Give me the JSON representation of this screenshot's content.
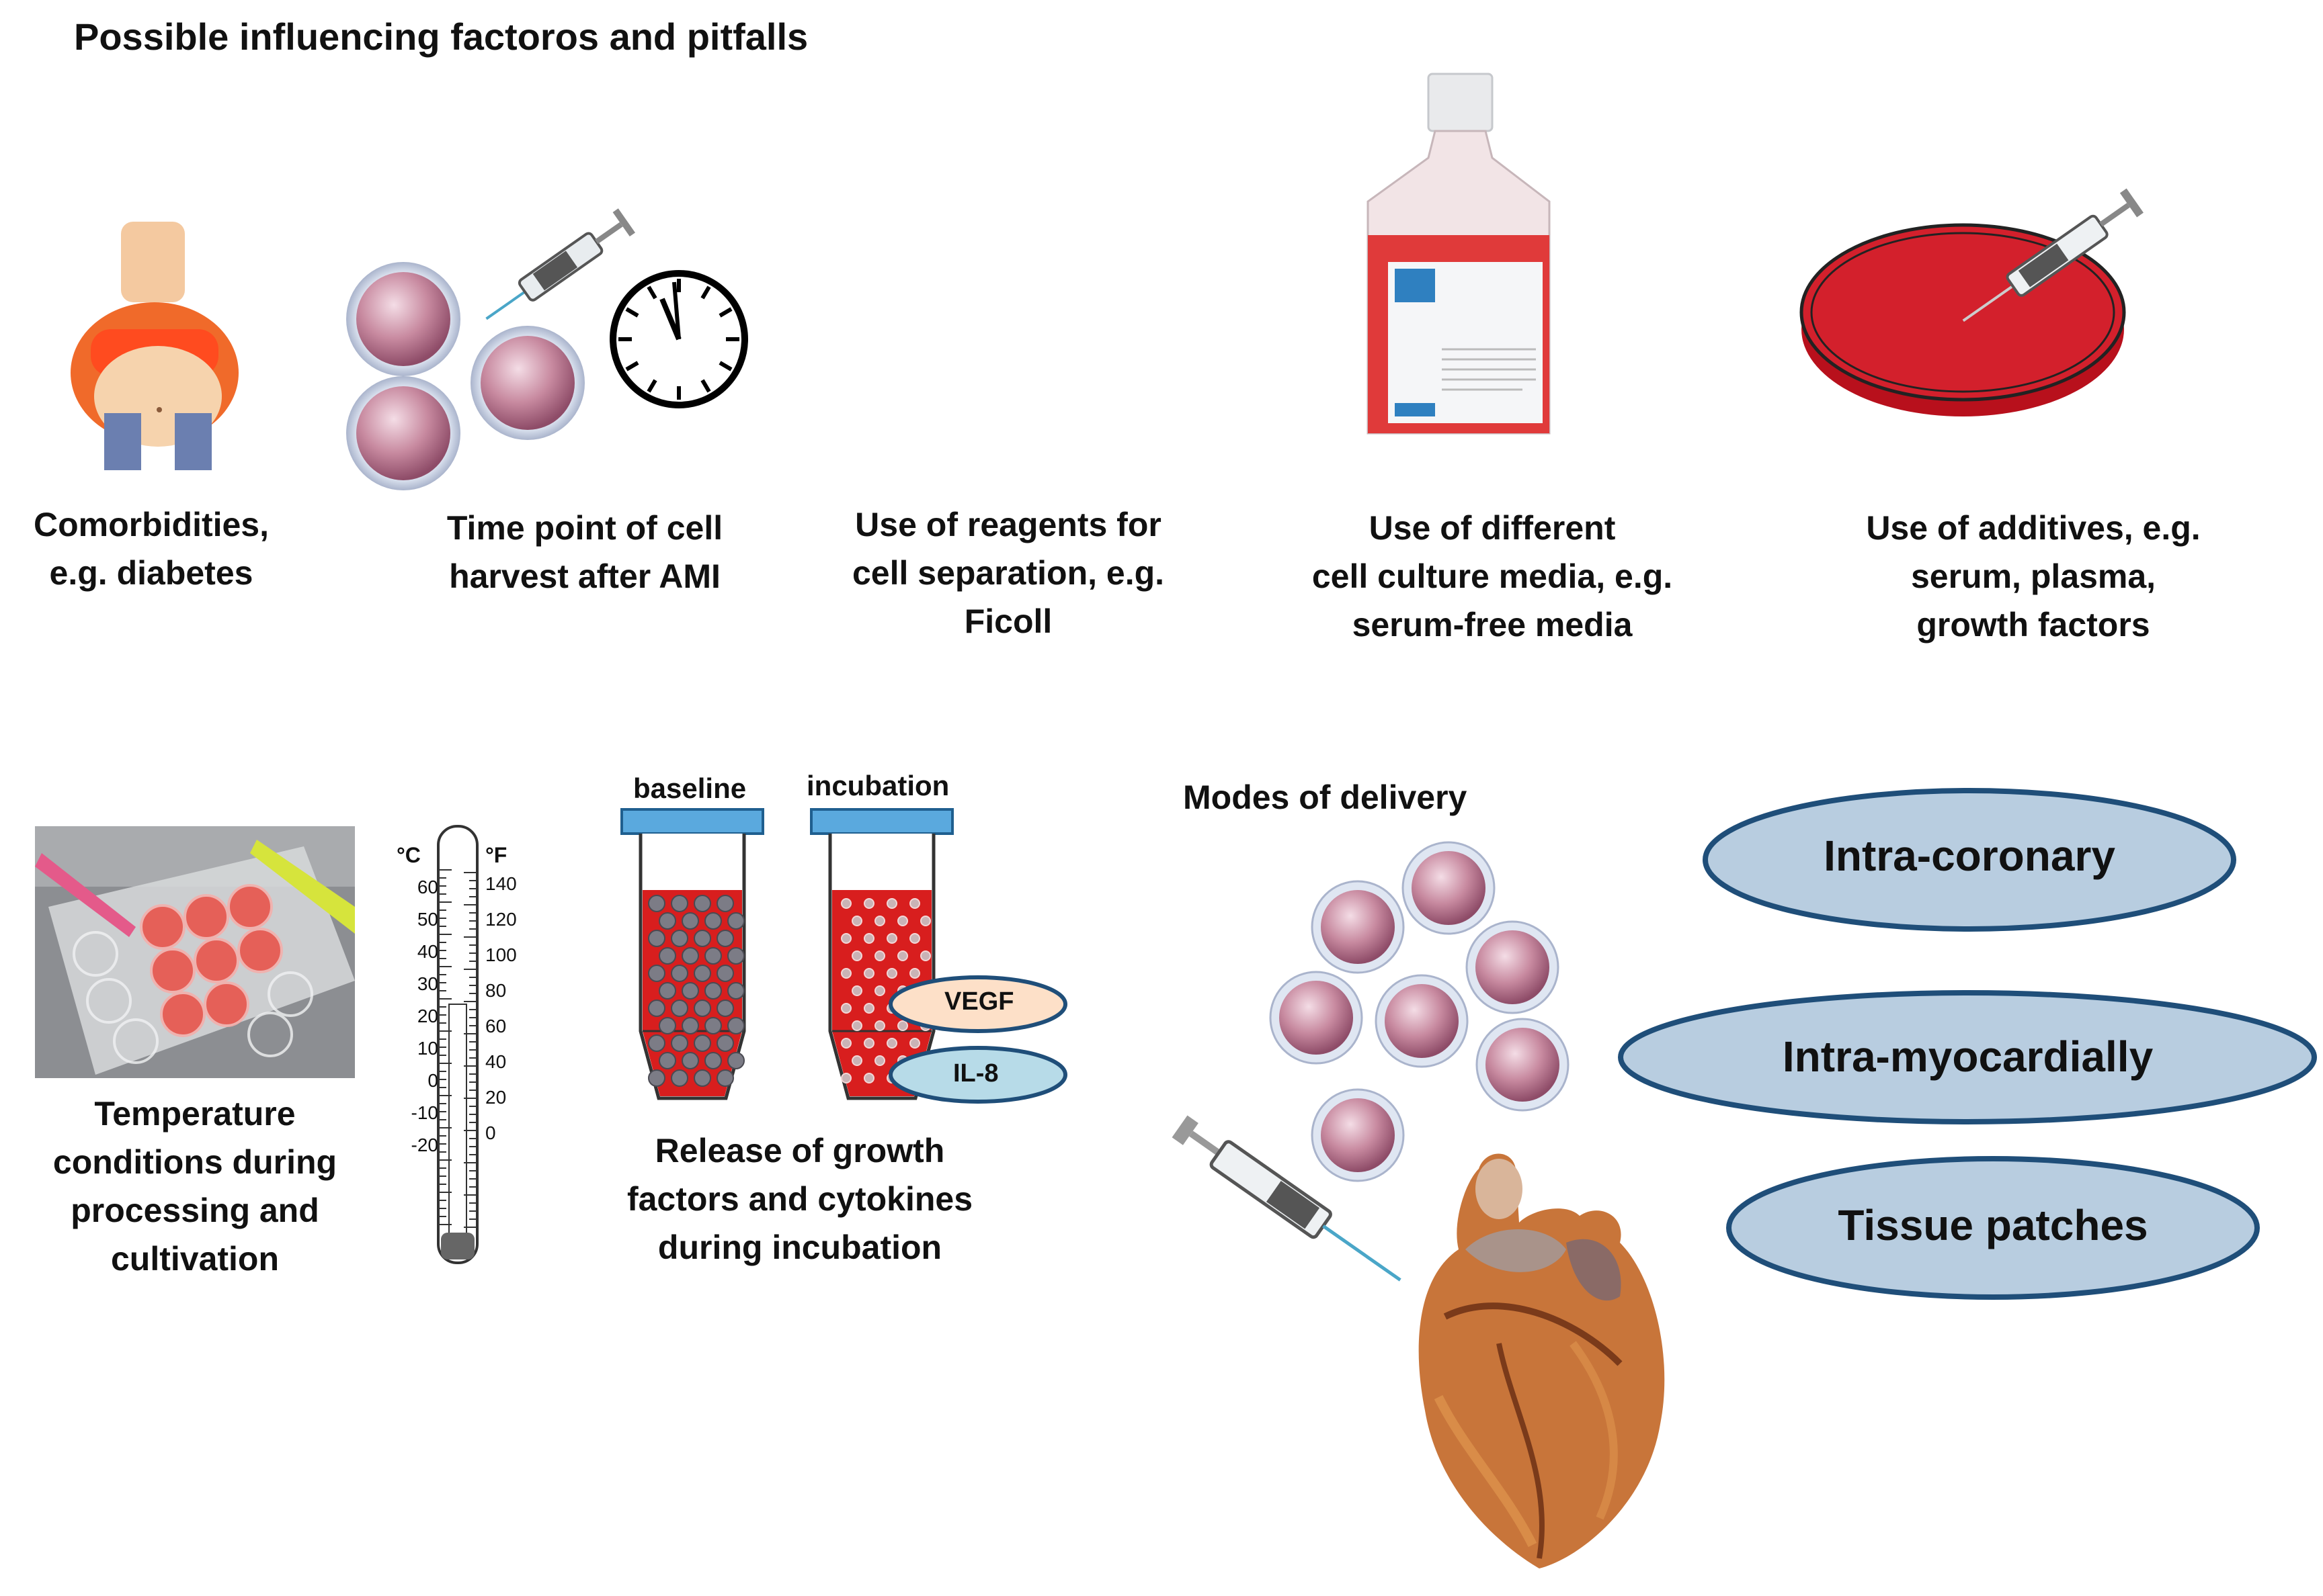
{
  "title": "Possible influencing factoros and pitfalls",
  "factors_top": [
    {
      "lines": [
        "Comorbidities,",
        "e.g. diabetes"
      ]
    },
    {
      "lines": [
        "Time point of cell",
        "harvest after AMI"
      ]
    },
    {
      "lines": [
        "Use of reagents for",
        "cell separation, e.g.",
        "Ficoll"
      ]
    },
    {
      "lines": [
        "Use of different",
        "cell culture media, e.g.",
        "serum-free media"
      ]
    },
    {
      "lines": [
        "Use of additives, e.g.",
        "serum, plasma,",
        "growth factors"
      ]
    }
  ],
  "temperature": {
    "lines": [
      "Temperature",
      "conditions during",
      "processing and",
      "cultivation"
    ],
    "celsius_unit": "°C",
    "fahrenheit_unit": "°F",
    "celsius_ticks": [
      "60",
      "50",
      "40",
      "30",
      "20",
      "10",
      "0",
      "-10",
      "-20"
    ],
    "fahrenheit_ticks": [
      "140",
      "120",
      "100",
      "80",
      "60",
      "40",
      "20",
      "0"
    ]
  },
  "release": {
    "tube_baseline_label": "baseline",
    "tube_incubation_label": "incubation",
    "vegf_label": "VEGF",
    "il8_label": "IL-8",
    "lines": [
      "Release of growth",
      "factors and cytokines",
      "during incubation"
    ],
    "colors": {
      "vegf": "#fde0c8",
      "il8": "#b7dbe8",
      "tube_fill": "#d81e1e",
      "cap": "#5aa9de"
    }
  },
  "delivery": {
    "heading": "Modes of delivery",
    "modes": [
      "Intra-coronary",
      "Intra-myocardially",
      "Tissue patches"
    ],
    "colors": {
      "oval_fill": "#b8cde0",
      "oval_stroke": "#1f4e79"
    }
  },
  "icons": [
    "person-icon",
    "cells-icon",
    "syringe-icon",
    "clock-icon",
    "media-bottle-icon",
    "petri-dish-icon",
    "well-plate-photo",
    "thermometer-icon",
    "heart-icon"
  ]
}
